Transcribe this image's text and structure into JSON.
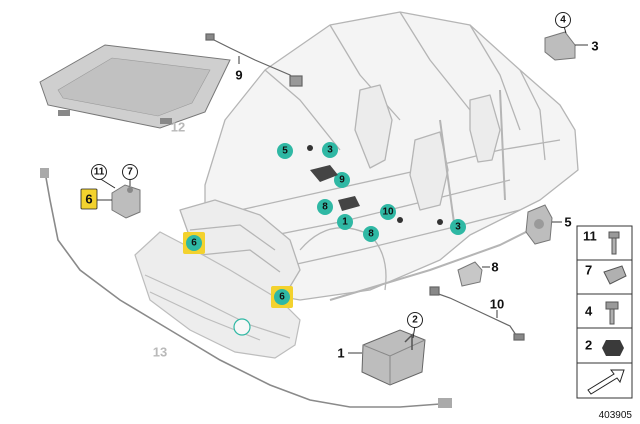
{
  "diagram": {
    "doc_number": "403905",
    "colors": {
      "teal": "#2fb8a4",
      "highlight": "#f3d22e",
      "line": "#9a9a9a",
      "part": "#cfcfcf",
      "ghost": "#e8e8e8",
      "dim_text": "#b9b9b9"
    },
    "teal_markers": [
      {
        "id": "m5a",
        "label": "5"
      },
      {
        "id": "m3a",
        "label": "3"
      },
      {
        "id": "m9",
        "label": "9"
      },
      {
        "id": "m8a",
        "label": "8"
      },
      {
        "id": "m1",
        "label": "1"
      },
      {
        "id": "m10",
        "label": "10"
      },
      {
        "id": "m8b",
        "label": "8"
      },
      {
        "id": "m3b",
        "label": "3"
      },
      {
        "id": "m6a",
        "label": "6"
      },
      {
        "id": "m6b",
        "label": "6"
      }
    ],
    "circle_callouts": [
      {
        "id": "c4",
        "label": "4"
      },
      {
        "id": "c11",
        "label": "11"
      },
      {
        "id": "c7",
        "label": "7"
      },
      {
        "id": "c2",
        "label": "2"
      }
    ],
    "part_labels": [
      {
        "id": "p3",
        "label": "3",
        "dim": false
      },
      {
        "id": "p9",
        "label": "9",
        "dim": false
      },
      {
        "id": "p12",
        "label": "12",
        "dim": true
      },
      {
        "id": "p6",
        "label": "6",
        "dim": false
      },
      {
        "id": "p5",
        "label": "5",
        "dim": false
      },
      {
        "id": "p8",
        "label": "8",
        "dim": false
      },
      {
        "id": "p10",
        "label": "10",
        "dim": false
      },
      {
        "id": "p13",
        "label": "13",
        "dim": true
      },
      {
        "id": "p1",
        "label": "1",
        "dim": false
      }
    ],
    "legend": [
      {
        "label": "11"
      },
      {
        "label": "7"
      },
      {
        "label": "4"
      },
      {
        "label": "2"
      }
    ]
  }
}
